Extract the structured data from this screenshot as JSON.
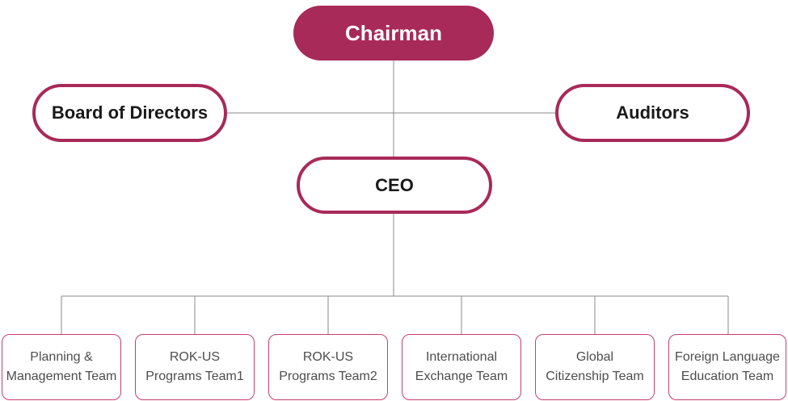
{
  "palette": {
    "primary": "#a82a58",
    "team_border": "#c73f6e",
    "connector_line": "#8a8a8a",
    "node_text": "#1a1a1a",
    "team_text": "#4d4d4d",
    "chairman_text": "#ffffff"
  },
  "org_chart": {
    "chairman": {
      "label": "Chairman"
    },
    "board": {
      "label": "Board of Directors"
    },
    "auditors": {
      "label": "Auditors"
    },
    "ceo": {
      "label": "CEO"
    },
    "teams": [
      {
        "label": "Planning &\nManagement Team"
      },
      {
        "label": "ROK-US\nPrograms Team1"
      },
      {
        "label": "ROK-US\nPrograms Team2"
      },
      {
        "label": "International\nExchange Team"
      },
      {
        "label": "Global\nCitizenship Team"
      },
      {
        "label": "Foreign Language\nEducation Team"
      }
    ]
  }
}
